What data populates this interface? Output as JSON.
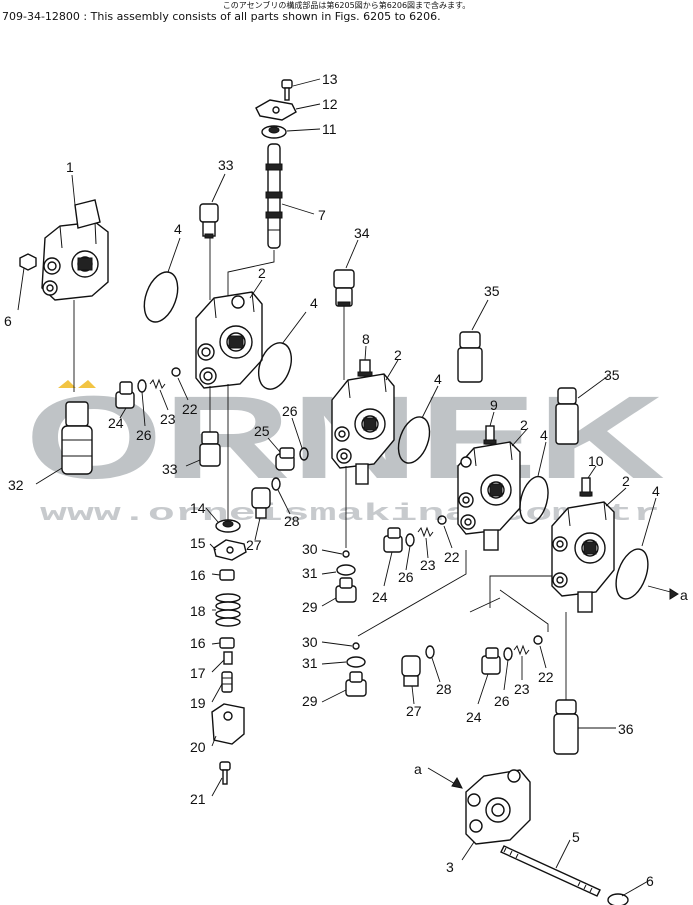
{
  "header": {
    "japanese_note": "このアセンブリの構成部品は第6205図から第6206図まで含みます。",
    "english_note": "709-34-12800 : This assembly consists of all parts shown in Figs. 6205 to 6206."
  },
  "watermark": {
    "brand": "ORNEK",
    "url": "www.orneismakina.com.tr"
  },
  "callouts": {
    "c1": "1",
    "c2a": "2",
    "c2b": "2",
    "c2c": "2",
    "c2d": "2",
    "c3": "3",
    "c4a": "4",
    "c4b": "4",
    "c4c": "4",
    "c4d": "4",
    "c4e": "4",
    "c5": "5",
    "c6a": "6",
    "c6b": "6",
    "c7": "7",
    "c8": "8",
    "c9": "9",
    "c10": "10",
    "c11": "11",
    "c12": "12",
    "c13": "13",
    "c14": "14",
    "c15": "15",
    "c16a": "16",
    "c16b": "16",
    "c17": "17",
    "c18": "18",
    "c19": "19",
    "c20": "20",
    "c21": "21",
    "c22a": "22",
    "c22b": "22",
    "c22c": "22",
    "c23a": "23",
    "c23b": "23",
    "c23c": "23",
    "c24a": "24",
    "c24b": "24",
    "c24c": "24",
    "c25": "25",
    "c26a": "26",
    "c26b": "26",
    "c26c": "26",
    "c26d": "26",
    "c27a": "27",
    "c27b": "27",
    "c28a": "28",
    "c28b": "28",
    "c29a": "29",
    "c29b": "29",
    "c30a": "30",
    "c30b": "30",
    "c31a": "31",
    "c31b": "31",
    "c32": "32",
    "c33a": "33",
    "c33b": "33",
    "c34": "34",
    "c35a": "35",
    "c35b": "35",
    "c36": "36",
    "ref_a1": "a",
    "ref_a2": "a"
  }
}
